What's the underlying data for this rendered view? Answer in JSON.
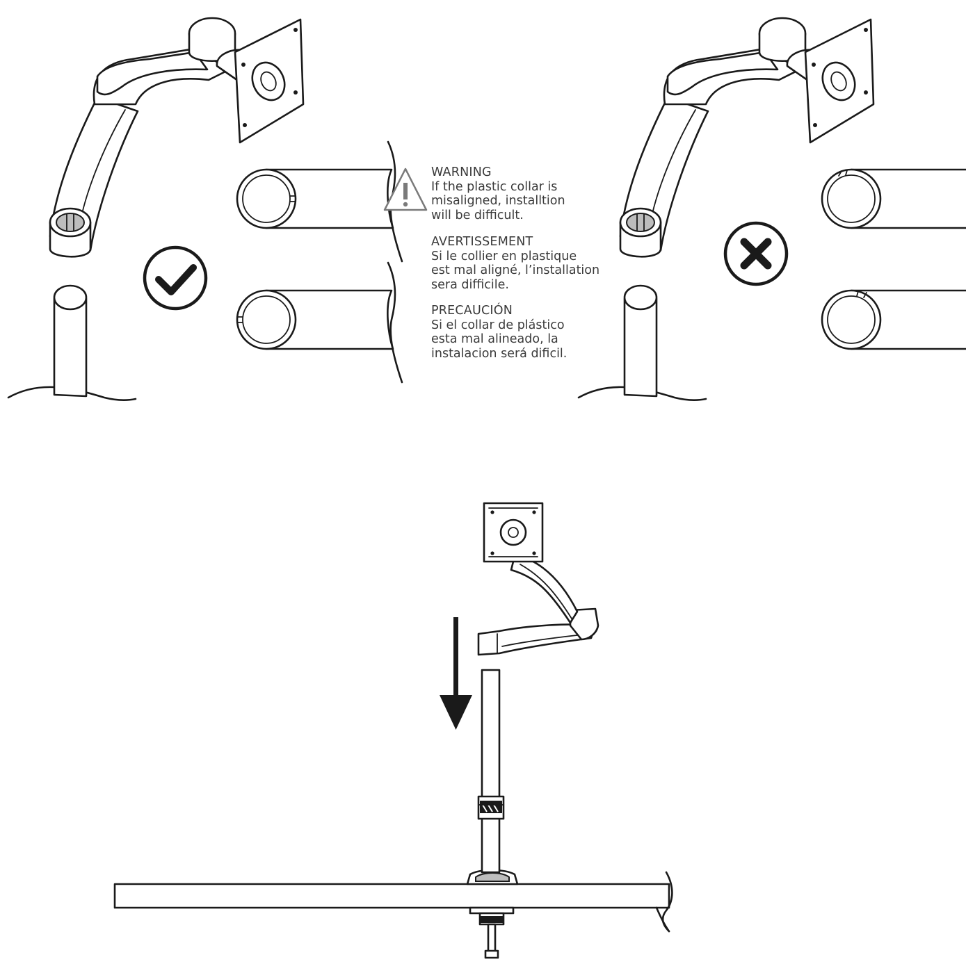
{
  "warnings": [
    {
      "heading": "WARNING",
      "body": "If the plastic collar is\nmisaligned, installtion\nwill be difficult."
    },
    {
      "heading": "AVERTISSEMENT",
      "body": "Si le collier en plastique\nest mal aligné, l’installation\nsera difficile."
    },
    {
      "heading": "PRECAUCIÓN",
      "body": "Si el collar de plástico\nesta mal alineado, la\ninstalacion será dificil."
    }
  ],
  "icons": {
    "correct": "checkmark-circle-icon",
    "incorrect": "x-circle-icon",
    "warning": "warning-triangle-icon",
    "direction": "down-arrow-icon"
  },
  "colors": {
    "line": "#1a1a1a",
    "text": "#3a3a3a",
    "fill_gray": "#bdbdbd",
    "background": "#ffffff"
  }
}
